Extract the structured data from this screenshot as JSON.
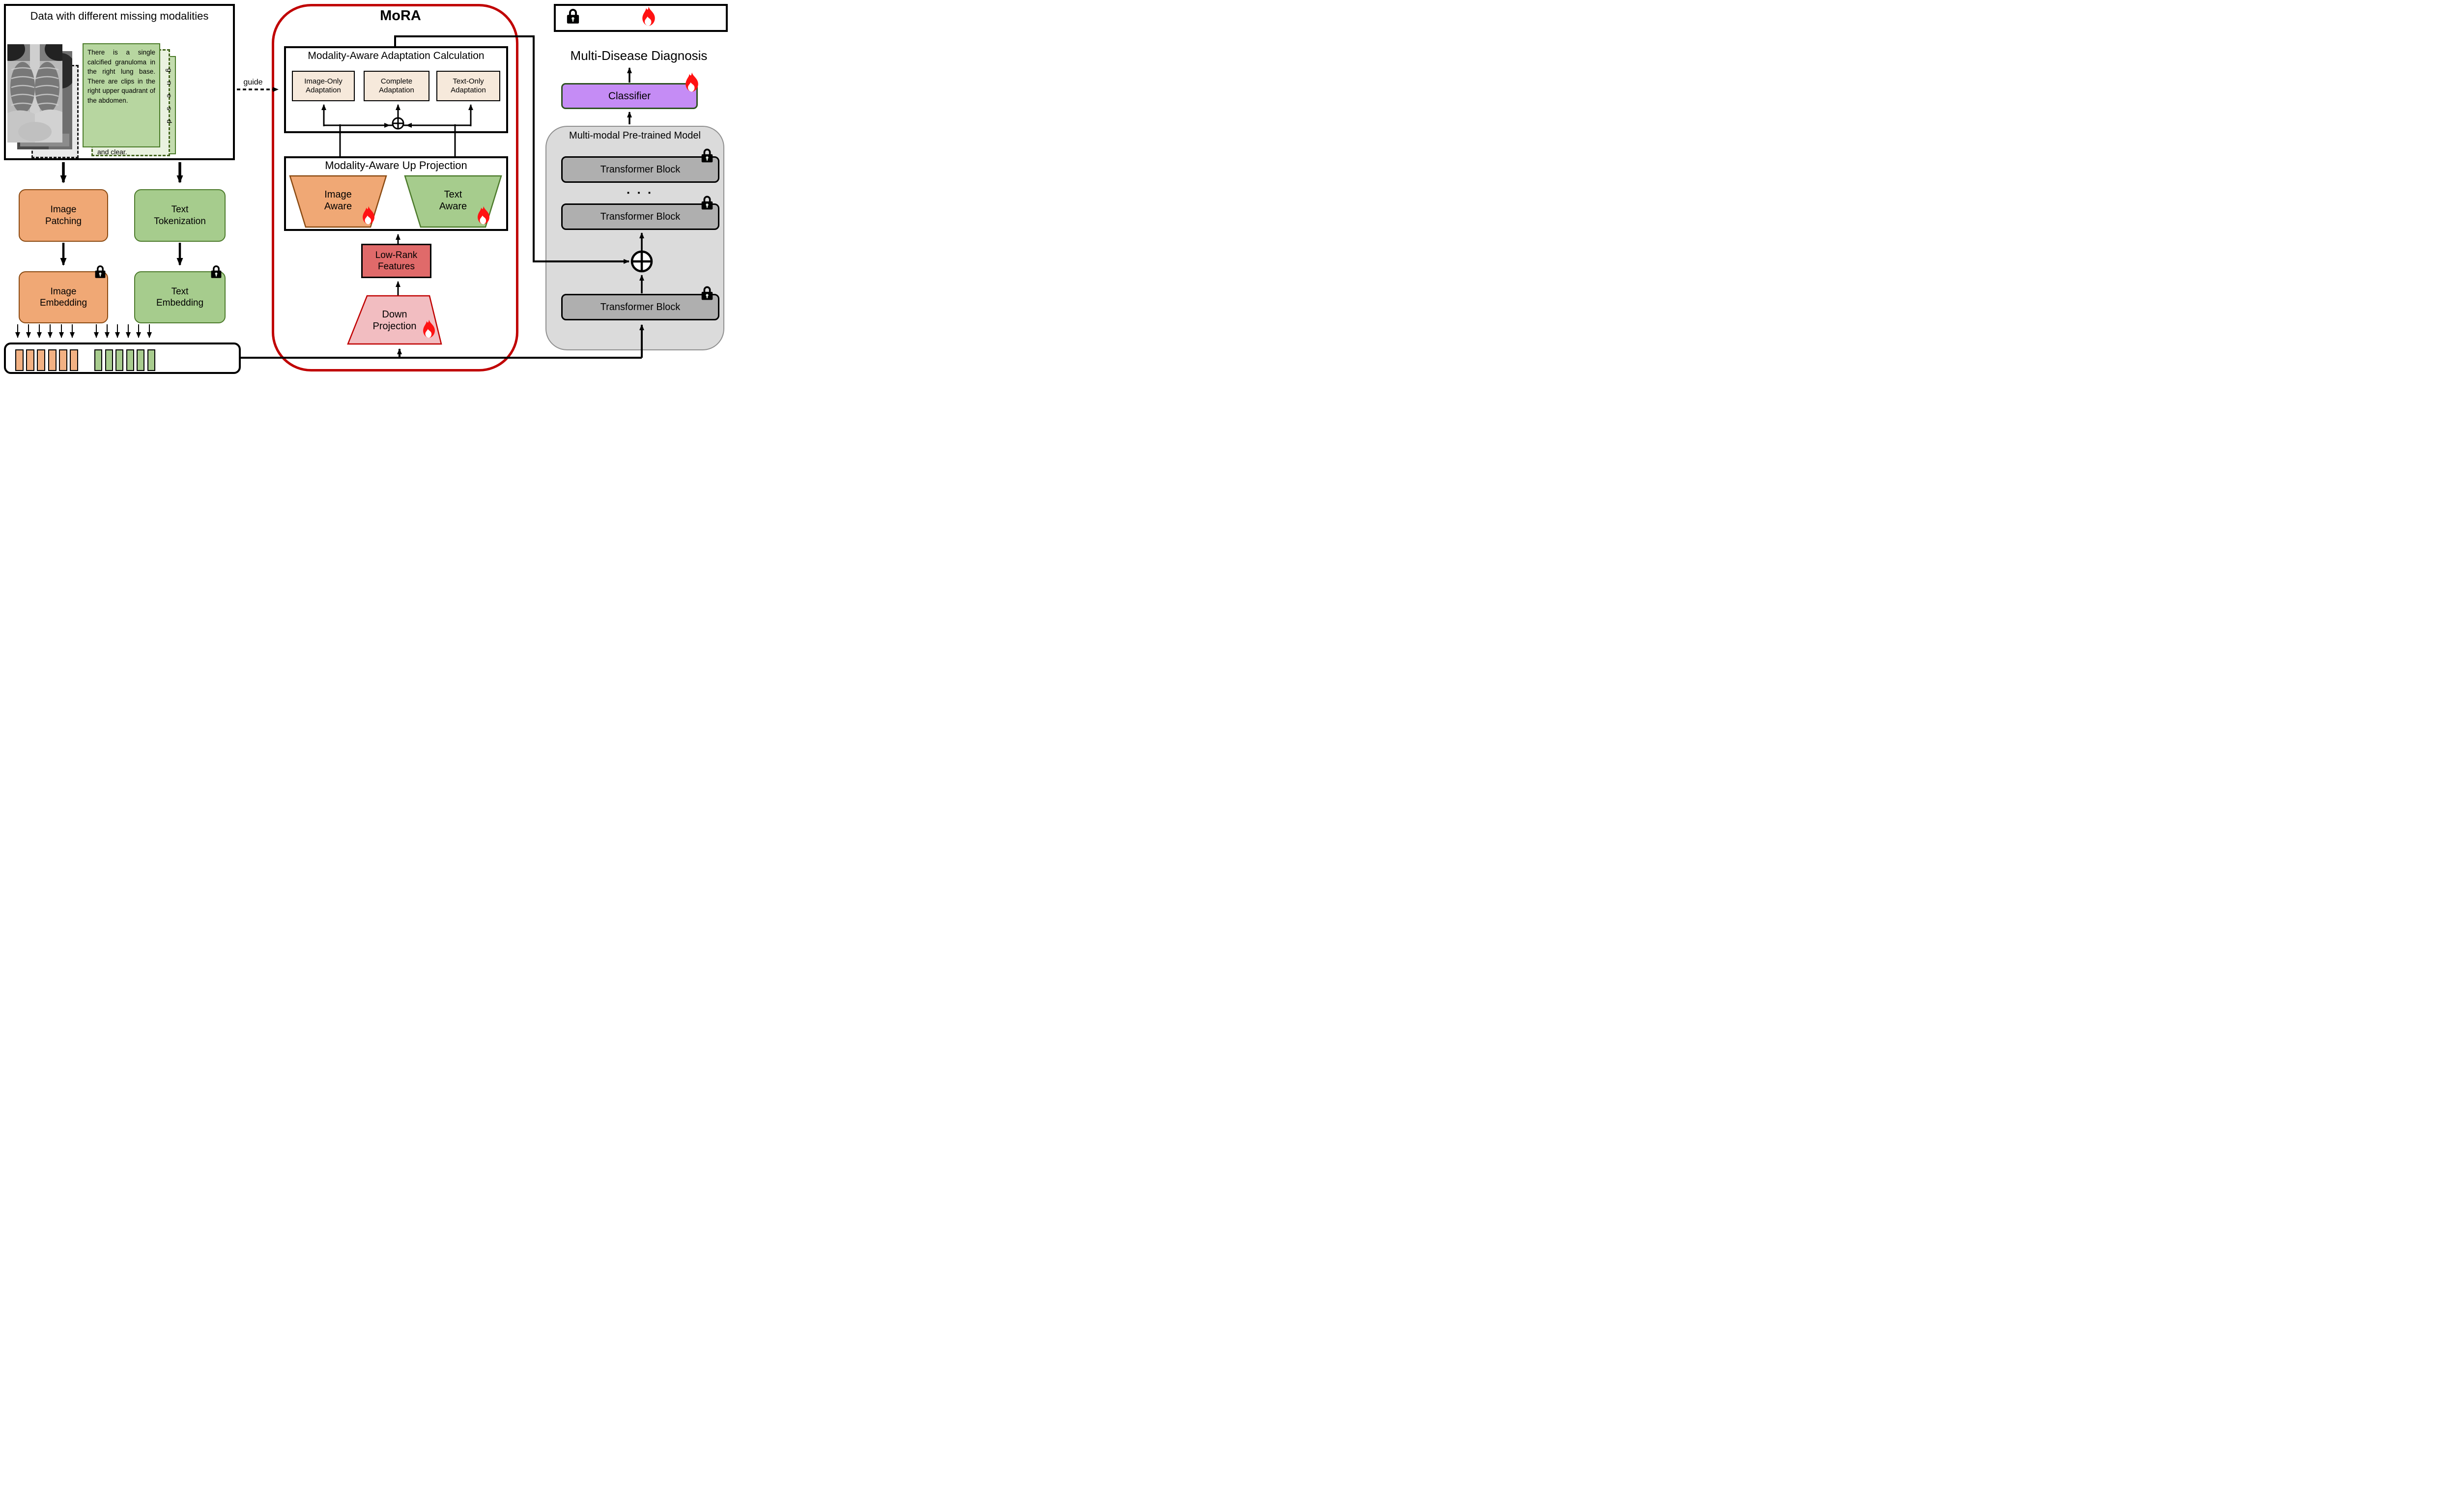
{
  "data_panel": {
    "title": "Data with different missing modalities",
    "report_text": "There is a single calcified granuloma in the right lung base. There are clips in the right upper quadrant of the abdomen.",
    "report_back_text": "and clear.",
    "report_edge_letters": [
      "g",
      "n",
      "e",
      "s",
      "d"
    ]
  },
  "guide_label": "guide",
  "mora": {
    "title": "MoRA",
    "calc_title": "Modality-Aware Adaptation Calculation",
    "image_only": "Image-Only\nAdaptation",
    "complete": "Complete\nAdaptation",
    "text_only": "Text-Only\nAdaptation",
    "up_title": "Modality-Aware Up Projection",
    "image_aware": "Image\nAware",
    "text_aware": "Text\nAware",
    "low_rank": "Low-Rank\nFeatures",
    "down_projection": "Down\nProjection"
  },
  "pipeline": {
    "image_patching": "Image\nPatching",
    "text_tokenization": "Text\nTokenization",
    "image_embedding": "Image\nEmbedding",
    "text_embedding": "Text\nEmbedding",
    "image_token_count": 6,
    "text_token_count": 6
  },
  "right_panel": {
    "legend": {
      "frozen": "frozen",
      "trainable": "trainable"
    },
    "diagnosis_title": "Multi-Disease Diagnosis",
    "classifier": "Classifier",
    "model_title": "Multi-modal Pre-trained Model",
    "transformer_blocks": [
      "Transformer Block",
      "Transformer Block",
      "Transformer Block"
    ],
    "ellipsis": "▪ ▪ ▪"
  },
  "colors": {
    "mora_border": "#C00000",
    "orange_fill": "#F0A875",
    "green_fill": "#A6CC8D",
    "beige_fill": "#F6E9DB",
    "low_rank_fill": "#E06A6A",
    "down_projection_fill": "#F2BDC1",
    "classifier_fill": "#C58CF5",
    "transformer_fill": "#AFAFAF",
    "flame_red": "#FF1212"
  }
}
